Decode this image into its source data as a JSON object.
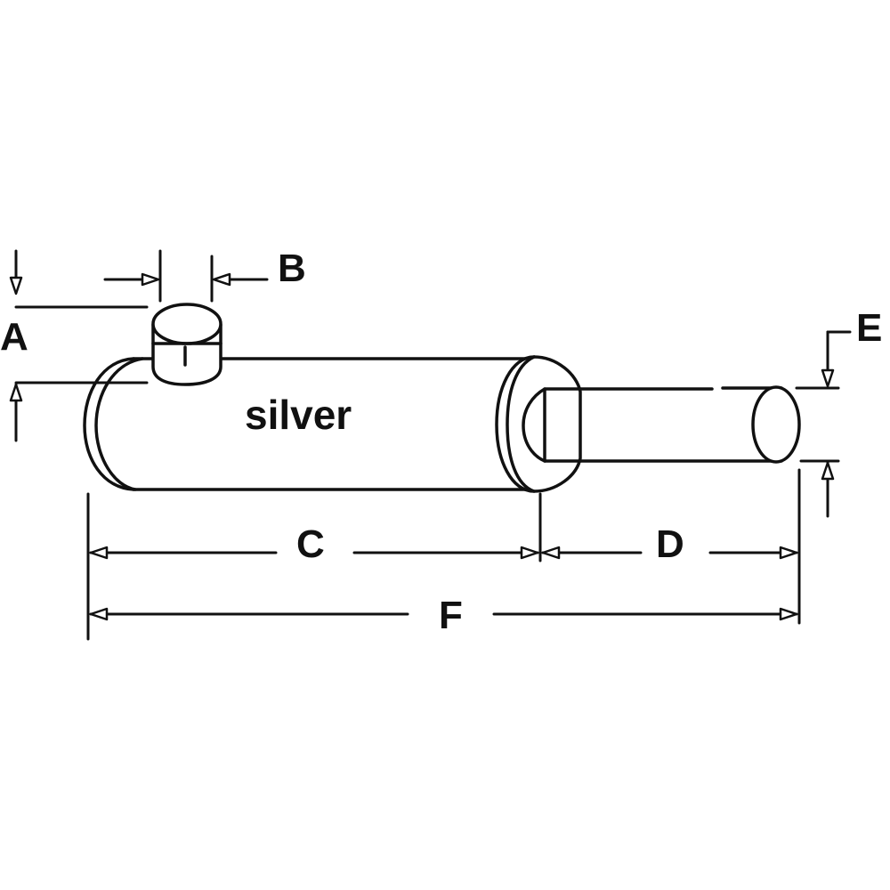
{
  "diagram": {
    "body_label": "silver",
    "dimensions": {
      "a": "A",
      "b": "B",
      "c": "C",
      "d": "D",
      "e": "E",
      "f": "F"
    }
  }
}
